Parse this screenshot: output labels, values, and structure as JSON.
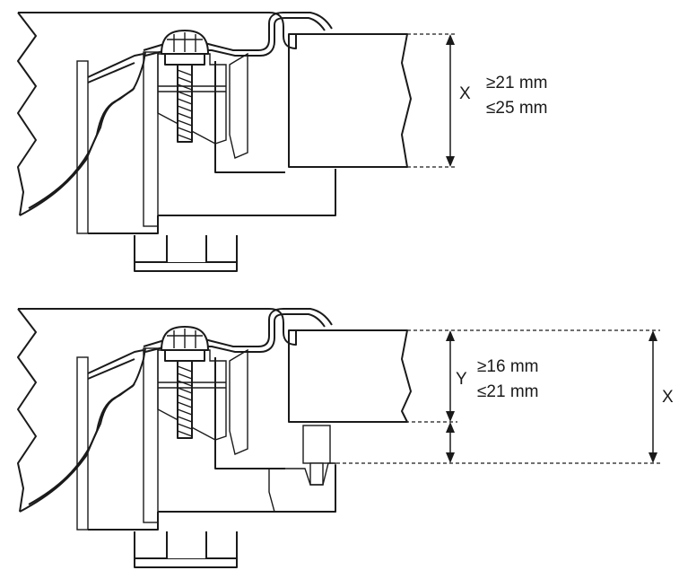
{
  "top_figure": {
    "dimension_label": "X",
    "min_value": "≥21 mm",
    "max_value": "≤25 mm"
  },
  "bottom_figure": {
    "dimension_label_y": "Y",
    "min_value": "≥16 mm",
    "max_value": "≤21 mm",
    "dimension_label_x": "X"
  }
}
